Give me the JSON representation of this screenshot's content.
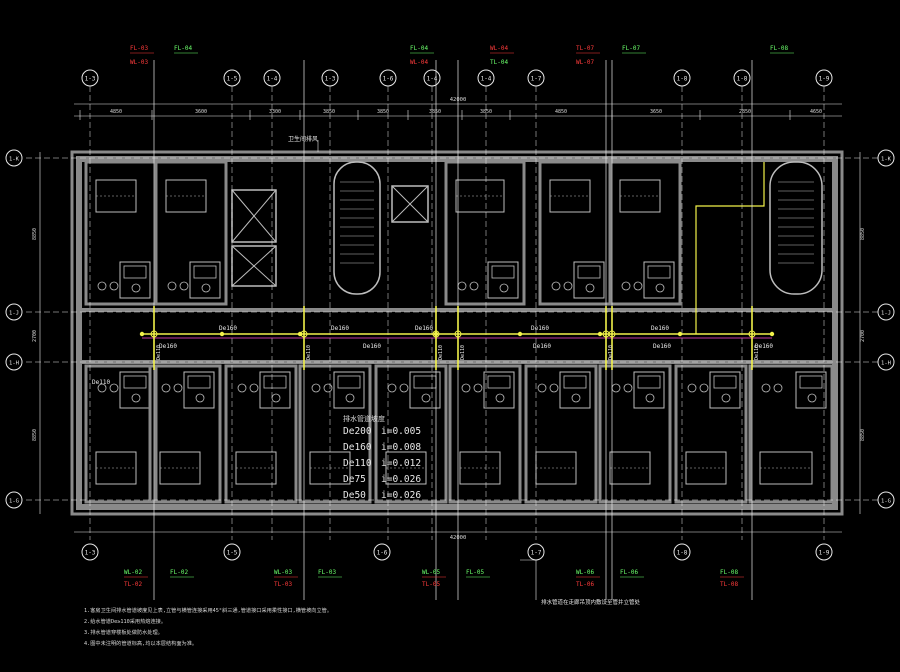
{
  "colors": {
    "background": "#000000",
    "wall": "#8a8a8a",
    "wall_light": "#bdbdbd",
    "line_white": "#e8e8e8",
    "pipe_yellow": "#f2f24a",
    "pipe_magenta": "#ff4fd8",
    "tag_red": "#ff3b3b",
    "tag_green": "#6bff6b",
    "dim_text": "#d9d9d9"
  },
  "grid_axes_top": [
    "1-3",
    "1-5",
    "1-4",
    "1-3",
    "1-6",
    "1-4",
    "1-4",
    "1-7",
    "1-8",
    "1-8",
    "1-9"
  ],
  "grid_axes_bottom": [
    "1-3",
    "1-5",
    "1-6",
    "1-7",
    "1-8",
    "1-9"
  ],
  "grid_axes_side_left": [
    "1-K",
    "1-J",
    "1-H",
    "1-G"
  ],
  "grid_axes_side_right": [
    "1-K",
    "1-J",
    "1-H",
    "1-G"
  ],
  "dims_top": [
    "4850",
    "3600",
    "3300",
    "3850",
    "3850",
    "3850",
    "3850",
    "4850",
    "3650",
    "2850",
    "4650"
  ],
  "dim_total_top": "42000",
  "dim_total_bottom": "42000",
  "dims_left": [
    "8850",
    "2700",
    "8850"
  ],
  "top_tags": [
    {
      "l1": "FL-03",
      "l2": "WL-03",
      "c": "red"
    },
    {
      "l1": "FL-04",
      "l2": "",
      "c": "green"
    },
    {
      "l1": "FL-04",
      "l2": "WL-04",
      "c": "green"
    },
    {
      "l1": "WL-04",
      "l2": "TL-04",
      "c": "red"
    },
    {
      "l1": "TL-07",
      "l2": "WL-07",
      "c": "red"
    },
    {
      "l1": "FL-07",
      "l2": "",
      "c": "green"
    },
    {
      "l1": "FL-08",
      "l2": "",
      "c": "green"
    }
  ],
  "bottom_tags": [
    {
      "l1": "WL-02",
      "l2": "TL-02",
      "c": "red"
    },
    {
      "l1": "FL-02",
      "l2": "",
      "c": "green"
    },
    {
      "l1": "WL-03",
      "l2": "TL-03",
      "c": "red"
    },
    {
      "l1": "FL-03",
      "l2": "",
      "c": "green"
    },
    {
      "l1": "WL-05",
      "l2": "TL-05",
      "c": "red"
    },
    {
      "l1": "FL-05",
      "l2": "",
      "c": "green"
    },
    {
      "l1": "WL-06",
      "l2": "TL-06",
      "c": "red"
    },
    {
      "l1": "FL-06",
      "l2": "",
      "c": "green"
    },
    {
      "l1": "FL-08",
      "l2": "TL-08",
      "c": "red"
    }
  ],
  "pipe_labels_top_row": [
    "De160",
    "De160",
    "De160",
    "De160",
    "De160"
  ],
  "pipe_labels_bottom_row": [
    "De160",
    "De160",
    "De160",
    "De160",
    "De160"
  ],
  "pipe_label_vertical": "De110",
  "pipe_label_side": "De110",
  "legend": {
    "title": "排水管道坡度",
    "rows": [
      {
        "size": "De200",
        "slope": "i=0.005"
      },
      {
        "size": "De160",
        "slope": "i=0.008"
      },
      {
        "size": "De110",
        "slope": "i=0.012"
      },
      {
        "size": "De75",
        "slope": "i=0.026"
      },
      {
        "size": "De50",
        "slope": "i=0.026"
      }
    ]
  },
  "callout_top": "卫生间排风",
  "callout_bottom": "排水管道在走廊吊顶内敷设至管井立管处",
  "notes": [
    "1.客房卫生间排水管道坡度见上表,立管与横管连接采用45°斜三通,管道接口采用柔性接口,横管坡向立管。",
    "2.给水管道De≥110采用热熔连接。",
    "3.排水管道穿楼板处做防水处理。",
    "4.图中未注明的管道标高,均以本层结构面为准。"
  ]
}
